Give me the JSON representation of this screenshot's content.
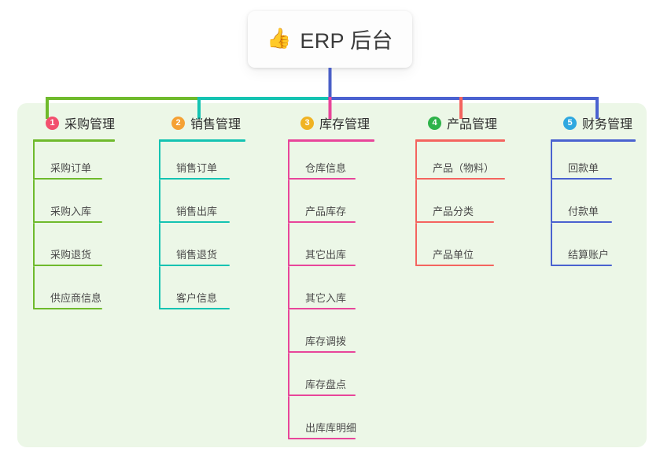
{
  "root": {
    "emoji": "👍",
    "emoji_name": "thumbs-up-emoji",
    "title": "ERP 后台"
  },
  "colors": {
    "panel_bg": "#ecf7e7",
    "page_bg": "#ffffff",
    "root_card_bg": "#fdfdfd",
    "text": "#2e2e2e",
    "item_text": "#4a4a4a",
    "branch_1": "#6fba2c",
    "branch_2": "#14c3b2",
    "branch_3": "#e8459a",
    "branch_4": "#f4645f",
    "branch_5": "#4a62d0",
    "root_stem": "#4a5fc7",
    "badge_1": "#f2506e",
    "badge_2": "#f5a134",
    "badge_3": "#f0b323",
    "badge_4": "#2eb34a",
    "badge_5": "#2fa8e0"
  },
  "columns": [
    {
      "index": "1",
      "badge": "1",
      "badge_color": "#f2506e",
      "line_color": "#6fba2c",
      "title": "采购管理",
      "items": [
        {
          "label": "采购订单"
        },
        {
          "label": "采购入库"
        },
        {
          "label": "采购退货"
        },
        {
          "label": "供应商信息"
        }
      ]
    },
    {
      "index": "2",
      "badge": "2",
      "badge_color": "#f5a134",
      "line_color": "#14c3b2",
      "title": "销售管理",
      "items": [
        {
          "label": "销售订单"
        },
        {
          "label": "销售出库"
        },
        {
          "label": "销售退货"
        },
        {
          "label": "客户信息"
        }
      ]
    },
    {
      "index": "3",
      "badge": "3",
      "badge_color": "#f0b323",
      "line_color": "#e8459a",
      "title": "库存管理",
      "items": [
        {
          "label": "仓库信息"
        },
        {
          "label": "产品库存"
        },
        {
          "label": "其它出库"
        },
        {
          "label": "其它入库"
        },
        {
          "label": "库存调拨"
        },
        {
          "label": "库存盘点"
        },
        {
          "label": "出库库明细"
        }
      ]
    },
    {
      "index": "4",
      "badge": "4",
      "badge_color": "#2eb34a",
      "line_color": "#f4645f",
      "title": "产品管理",
      "items": [
        {
          "label": "产品（物料）"
        },
        {
          "label": "产品分类"
        },
        {
          "label": "产品单位"
        }
      ]
    },
    {
      "index": "5",
      "badge": "5",
      "badge_color": "#2fa8e0",
      "line_color": "#4a62d0",
      "title": "财务管理",
      "items": [
        {
          "label": "回款单"
        },
        {
          "label": "付款单"
        },
        {
          "label": "结算账户"
        }
      ]
    }
  ]
}
